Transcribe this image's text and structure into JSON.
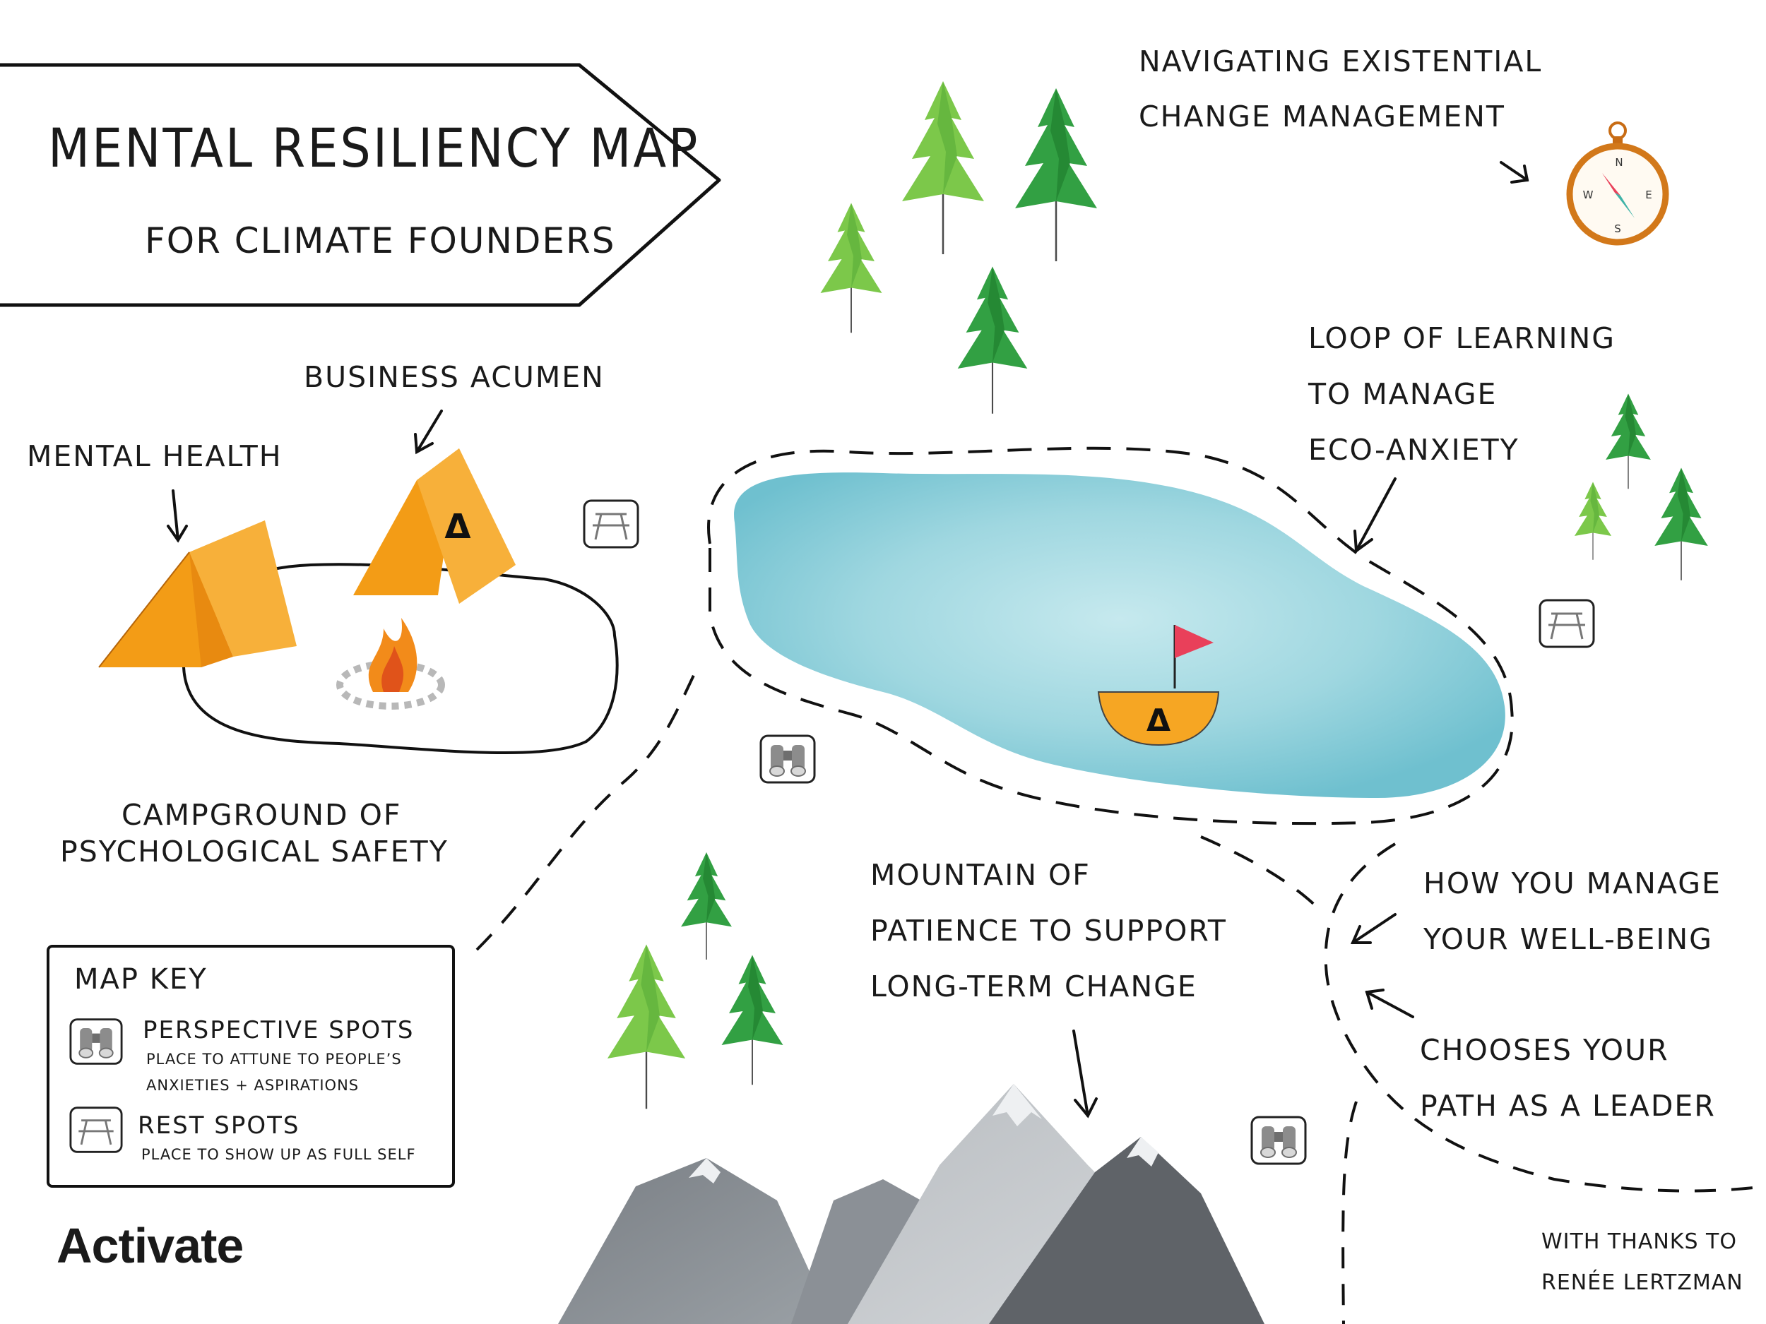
{
  "title": {
    "main": "MENTAL RESILIENCY MAP",
    "sub": "FOR CLIMATE FOUNDERS"
  },
  "labels": {
    "existential_line1": "NAVIGATING EXISTENTIAL",
    "existential_line2": "CHANGE MANAGEMENT",
    "business_acumen": "BUSINESS ACUMEN",
    "mental_health": "MENTAL HEALTH",
    "loop_line1": "LOOP OF LEARNING",
    "loop_line2": "TO MANAGE",
    "loop_line3": "ECO-ANXIETY",
    "campground_line1": "CAMPGROUND OF",
    "campground_line2": "PSYCHOLOGICAL SAFETY",
    "mountain_line1": "MOUNTAIN OF",
    "mountain_line2": "PATIENCE TO SUPPORT",
    "mountain_line3": "LONG-TERM CHANGE",
    "wellbeing_line1": "HOW YOU MANAGE",
    "wellbeing_line2": "YOUR WELL-BEING",
    "path_line1": "CHOOSES YOUR",
    "path_line2": "PATH AS A LEADER",
    "thanks_line1": "WITH THANKS TO",
    "thanks_line2": "RENÉE LERTZMAN"
  },
  "map_key": {
    "title": "MAP KEY",
    "perspective_title": "PERSPECTIVE SPOTS",
    "perspective_desc_line1": "PLACE TO ATTUNE TO PEOPLE’S",
    "perspective_desc_line2": "ANXIETIES + ASPIRATIONS",
    "rest_title": "REST SPOTS",
    "rest_desc": "PLACE TO SHOW UP AS FULL SELF"
  },
  "logo": {
    "text": "Activate"
  },
  "compass_letters": {
    "n": "N",
    "e": "E",
    "s": "S",
    "w": "W"
  },
  "icons": {
    "tent": "tent-icon",
    "campfire": "campfire-icon",
    "boat": "boat-icon",
    "compass": "compass-icon",
    "binoculars": "binoculars-icon",
    "picnic_table": "picnic-table-icon",
    "tree": "pine-tree-icon",
    "mountain": "mountain-icon"
  },
  "colors": {
    "tent_orange": "#f7a21b",
    "lake_blue": "#8fd0da",
    "tree_light": "#7cc84a",
    "tree_dark": "#2f9a3a",
    "flag_red": "#e9405a",
    "mountain_grey": "#8a8f94",
    "ink": "#1a1a1a"
  }
}
